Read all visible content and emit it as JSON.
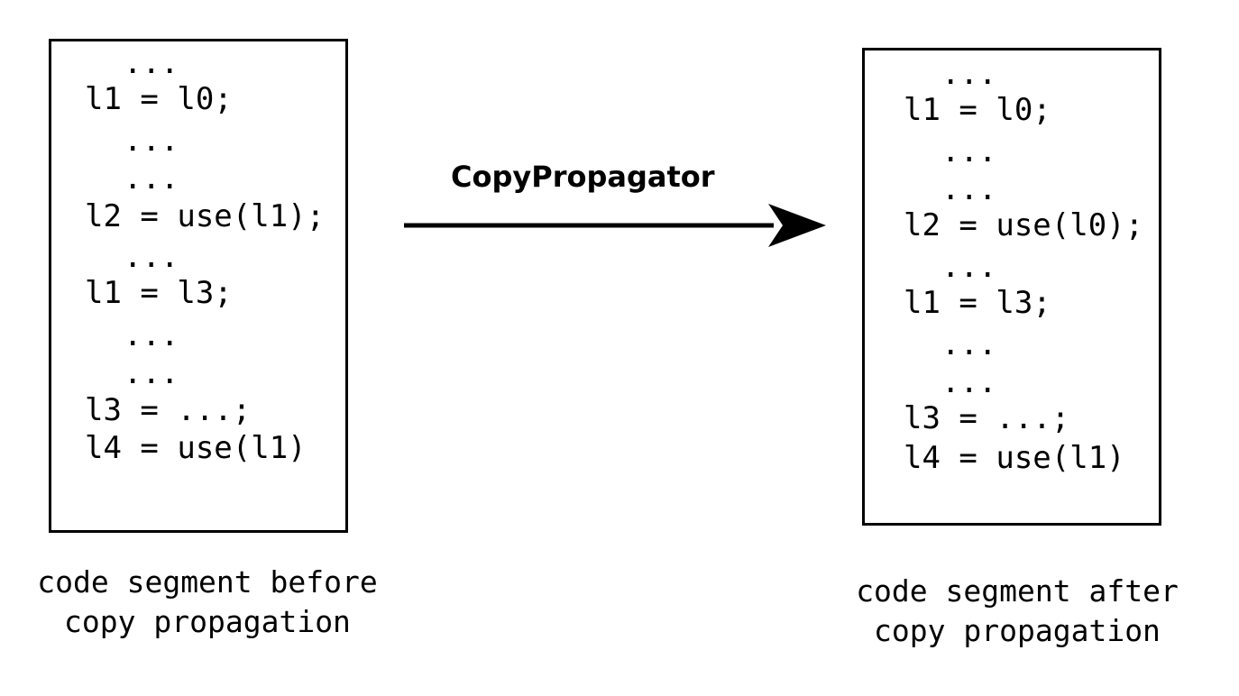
{
  "before": {
    "lines": [
      "...",
      "l1 = l0;",
      "...",
      "...",
      "l2 = use(l1);",
      "...",
      "l1 = l3;",
      "...",
      "...",
      "l3 = ...;",
      "l4 = use(l1)"
    ],
    "caption_line1": "code segment before",
    "caption_line2": "copy propagation"
  },
  "after": {
    "lines": [
      "...",
      "l1 = l0;",
      "...",
      "...",
      "l2 = use(l0);",
      "...",
      "l1 = l3;",
      "...",
      "...",
      "l3 = ...;",
      "l4 = use(l1)"
    ],
    "caption_line1": "code segment after",
    "caption_line2": "copy propagation"
  },
  "transform": {
    "label": "CopyPropagator"
  }
}
